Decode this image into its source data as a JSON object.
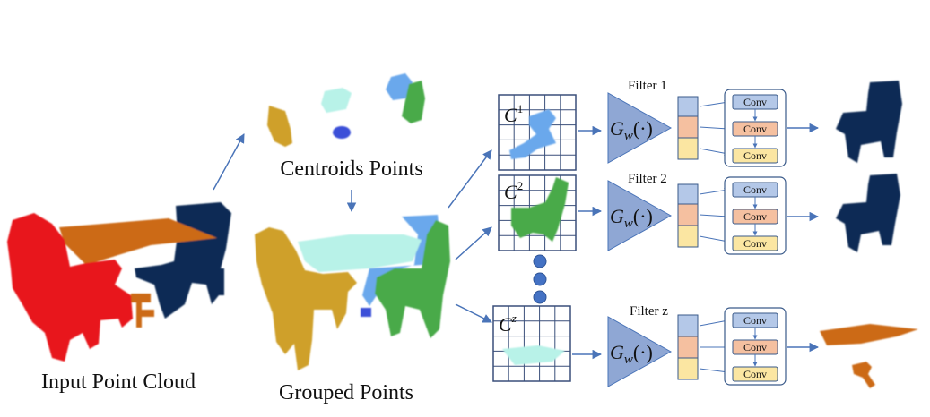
{
  "labels": {
    "input_point_cloud": "Input Point Cloud",
    "centroids_points": "Centroids Points",
    "grouped_points": "Grouped Points"
  },
  "branches": [
    {
      "filter_label": "Filter 1",
      "cell_label": "C",
      "cell_sup": "1",
      "g_func": "G",
      "g_sub": "w",
      "g_arg": "(·)",
      "convs": [
        "Conv",
        "Conv",
        "Conv"
      ]
    },
    {
      "filter_label": "Filter 2",
      "cell_label": "C",
      "cell_sup": "2",
      "g_func": "G",
      "g_sub": "w",
      "g_arg": "(·)",
      "convs": [
        "Conv",
        "Conv",
        "Conv"
      ]
    },
    {
      "filter_label": "Filter z",
      "cell_label": "C",
      "cell_sup": "z",
      "g_func": "G",
      "g_sub": "w",
      "g_arg": "(·)",
      "convs": [
        "Conv",
        "Conv",
        "Conv"
      ]
    }
  ],
  "colors": {
    "arrow": "#4a74b8",
    "chair_red": "#e8141b",
    "table_orange": "#cc6a12",
    "chair_navy": "#0e2a55",
    "mustard": "#cfa02a",
    "cyan": "#b8f2e8",
    "light_blue": "#6aa8ec",
    "green": "#4aaa4a",
    "royal_blue": "#3a4fd8",
    "triangle_fill": "#8fa7d4",
    "stack_blue": "#b4c8e8",
    "stack_peach": "#f5c0a0",
    "stack_yellow": "#fbe6a2",
    "dot": "#4472c4"
  }
}
